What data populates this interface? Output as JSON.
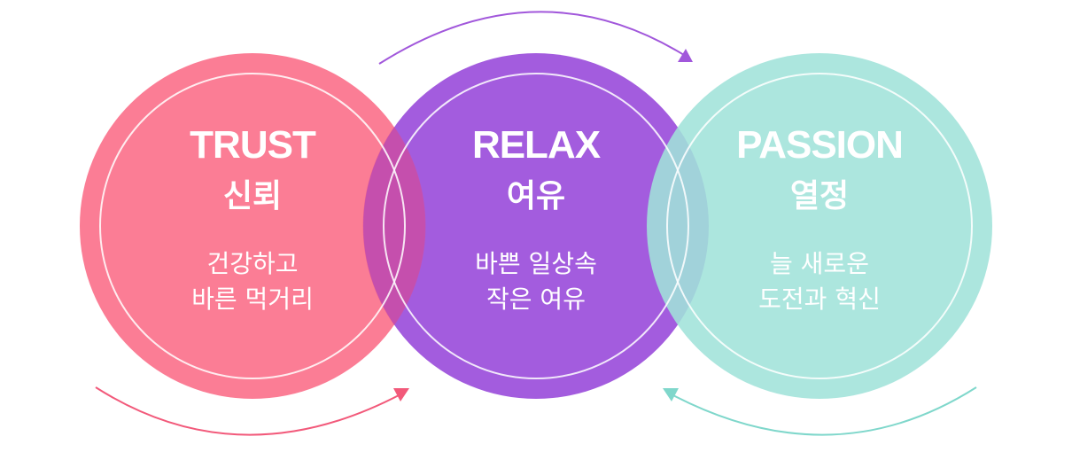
{
  "circles": [
    {
      "title": "TRUST",
      "korean": "신뢰",
      "desc_line1": "건강하고",
      "desc_line2": "바른 먹거리",
      "color": "#fb7d95"
    },
    {
      "title": "RELAX",
      "korean": "여유",
      "desc_line1": "바쁜 일상속",
      "desc_line2": "작은 여유",
      "color": "#9d52dc"
    },
    {
      "title": "PASSION",
      "korean": "열정",
      "desc_line1": "늘 새로운",
      "desc_line2": "도전과 혁신",
      "color": "#a1e3da"
    }
  ],
  "colors": {
    "trust": "#fb7d95",
    "relax": "#9d52dc",
    "passion": "#a1e3da",
    "arrow_top": "#a157db",
    "arrow_bottom_left": "#f2597a",
    "arrow_bottom_right": "#7fd7cb"
  }
}
